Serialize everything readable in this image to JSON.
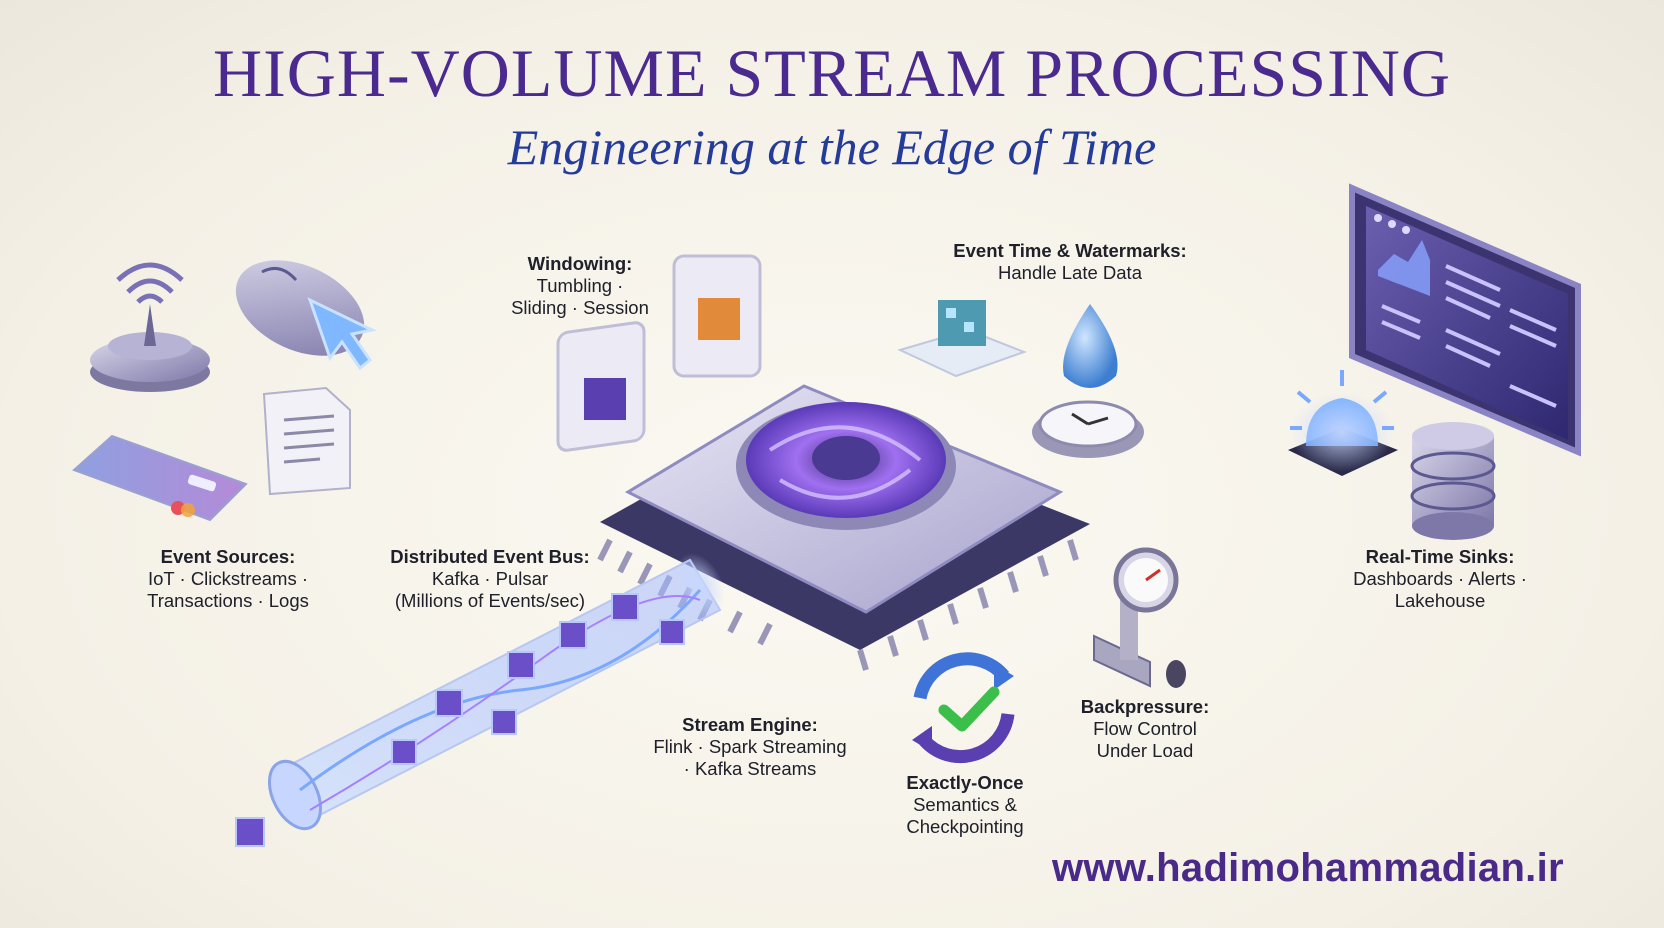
{
  "title": "HIGH-VOLUME STREAM PROCESSING",
  "subtitle": "Engineering at the Edge of Time",
  "labels": {
    "event_sources": {
      "heading": "Event Sources:",
      "line1": "IoT · Clickstreams ·",
      "line2": "Transactions · Logs"
    },
    "event_bus": {
      "heading": "Distributed Event Bus:",
      "line1": "Kafka · Pulsar",
      "line2": "(Millions of Events/sec)"
    },
    "windowing": {
      "heading": "Windowing:",
      "line1": "Tumbling ·",
      "line2": "Sliding · Session"
    },
    "event_time": {
      "heading": "Event Time & Watermarks:",
      "line1": "Handle Late Data"
    },
    "sinks": {
      "heading": "Real-Time Sinks:",
      "line1": "Dashboards · Alerts ·",
      "line2": "Lakehouse"
    },
    "stream_engine": {
      "heading": "Stream Engine:",
      "line1": "Flink · Spark Streaming",
      "line2": "· Kafka Streams"
    },
    "exactly_once": {
      "heading": "Exactly-Once",
      "line1": "Semantics &",
      "line2": "Checkpointing"
    },
    "backpressure": {
      "heading": "Backpressure:",
      "line1": "Flow Control",
      "line2": "Under Load"
    }
  },
  "watermark_url": "www.hadimohammadian.ir",
  "icons": [
    "wifi-antenna-icon",
    "mouse-cursor-icon",
    "credit-card-icon",
    "document-icon",
    "window-cube-icon",
    "event-cube-icon",
    "water-drop-clock-icon",
    "processor-chip-icon",
    "event-pipe-icon",
    "pressure-gauge-icon",
    "exactly-once-cycle-icon",
    "alert-beacon-icon",
    "database-icon",
    "dashboard-monitor-icon"
  ],
  "colors": {
    "title": "#4b2a8f",
    "subtitle": "#243b9a",
    "accent_purple": "#8a5cf0",
    "accent_blue": "#6aa8ff",
    "check_green": "#3cbf4a"
  }
}
